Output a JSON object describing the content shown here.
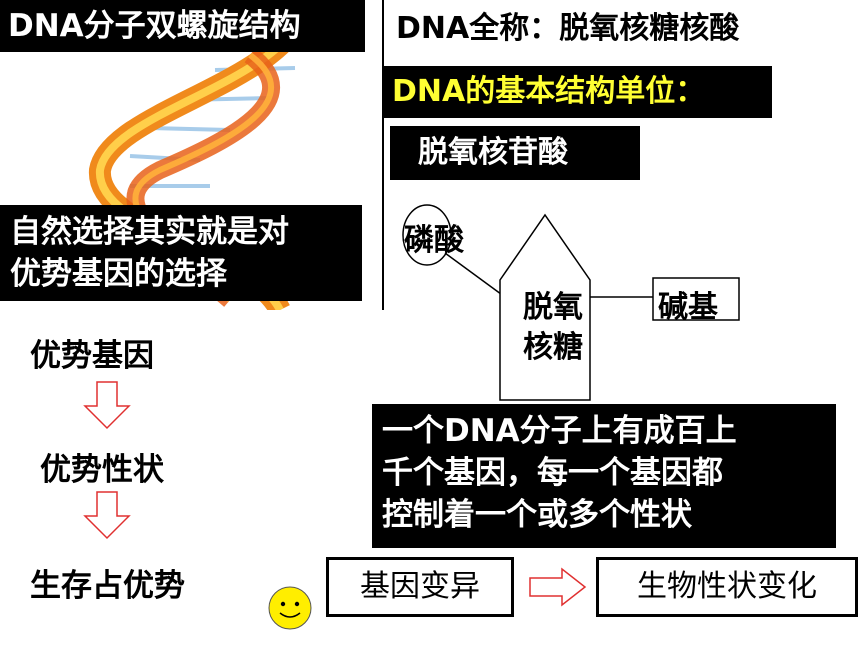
{
  "left_panel": {
    "title": "DNA分子双螺旋结构",
    "selection_note_line1": "自然选择其实就是对",
    "selection_note_line2": "优势基因的选择"
  },
  "right_panel": {
    "full_name": "DNA全称：脱氧核糖核酸",
    "unit_label": "DNA的基本结构单位：",
    "unit_value": "脱氧核苷酸"
  },
  "nucleotide_diagram": {
    "phosphate": "磷酸",
    "sugar_line1": "脱氧",
    "sugar_line2": "核糖",
    "base": "碱基"
  },
  "flow": {
    "step1": "优势基因",
    "step2": "优势性状",
    "step3": "生存占优势"
  },
  "gene_note": {
    "line1": "一个DNA分子上有成百上",
    "line2": "千个基因，每一个基因都",
    "line3": "控制着一个或多个性状"
  },
  "bottom": {
    "mutation": "基因变异",
    "change": "生物性状变化"
  },
  "colors": {
    "unit_label_text": "#ffff33",
    "arrow_outline": "#e03030",
    "smiley_fill": "#ffee00",
    "helix_orange": "#f08a1c",
    "helix_rung": "#9fc7e8"
  }
}
